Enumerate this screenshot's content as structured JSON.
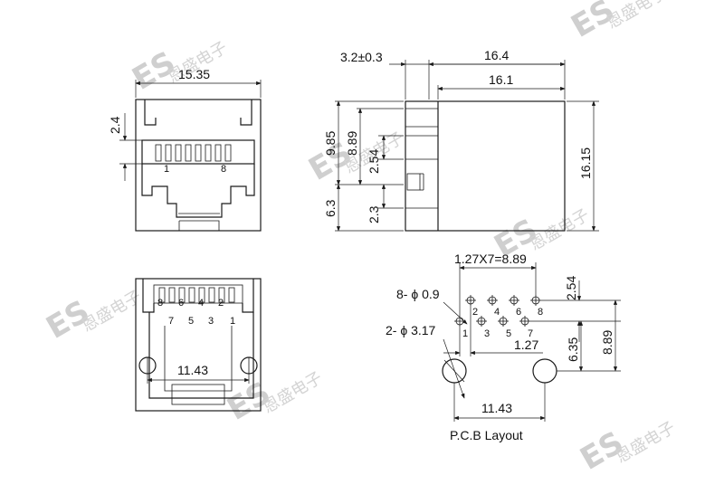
{
  "watermark": {
    "mark": "ES",
    "text": "恩盛电子"
  },
  "front_view": {
    "width_dim": "15.35",
    "height_dim": "2.4",
    "pin_first": "1",
    "pin_last": "8"
  },
  "side_view": {
    "dims": [
      "3.2±0.3",
      "16.4",
      "16.1",
      "9.85",
      "8.89",
      "2.54",
      "6.3",
      "2.3",
      "16.15"
    ]
  },
  "bottom_view": {
    "pins_top": [
      "8",
      "6",
      "4",
      "2"
    ],
    "pins_bottom": [
      "7",
      "5",
      "3",
      "1"
    ],
    "width_dim": "11.43"
  },
  "pcb_layout": {
    "title": "P.C.B Layout",
    "pitch_dim": "1.27X7=8.89",
    "hole_small": "8- ϕ 0.9",
    "hole_large": "2- ϕ 3.17",
    "pins_top": [
      "2",
      "4",
      "6",
      "8"
    ],
    "pins_bottom": [
      "1",
      "3",
      "5",
      "7"
    ],
    "dims": [
      "2.54",
      "8.89",
      "6.35",
      "1.27",
      "11.43"
    ]
  }
}
